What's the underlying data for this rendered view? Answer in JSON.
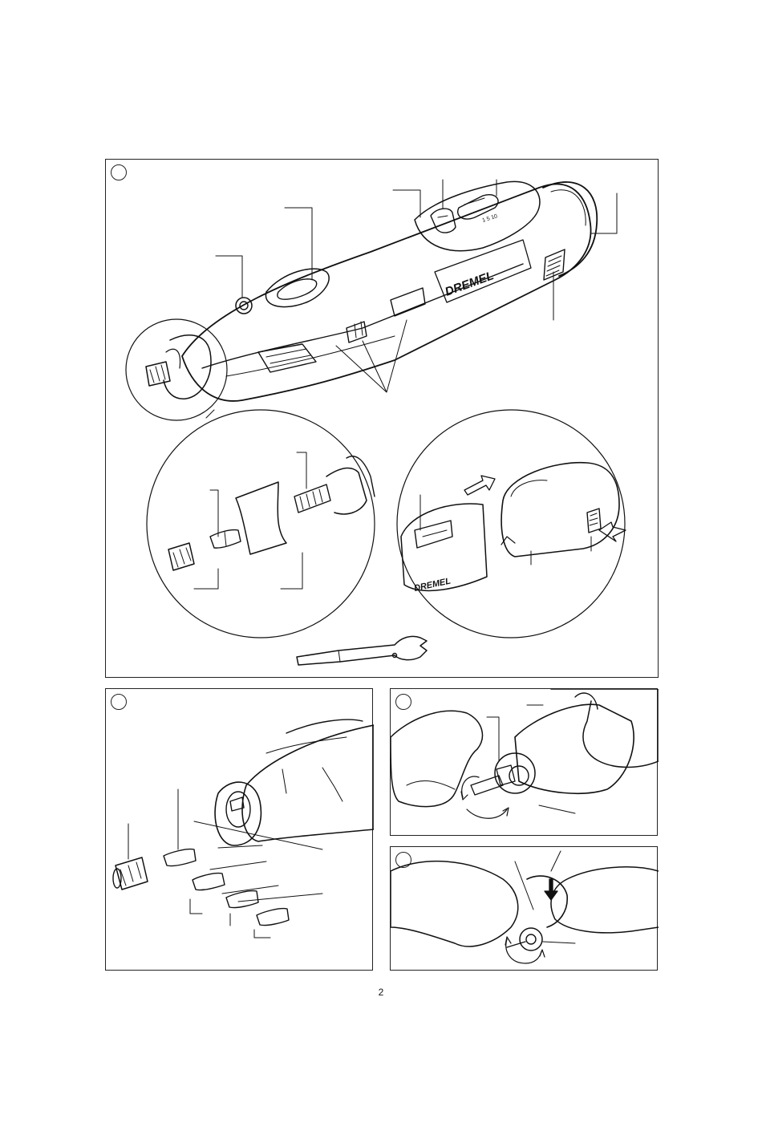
{
  "brand_label": "DREMEL",
  "insert_brand_label": "DREMEL",
  "page_number": "2"
}
